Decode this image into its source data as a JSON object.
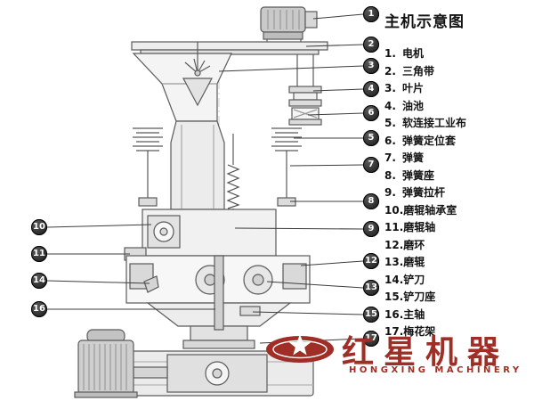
{
  "title": "主机示意图",
  "legend": {
    "items": [
      {
        "num": "1.",
        "label": "电机"
      },
      {
        "num": "2.",
        "label": "三角带"
      },
      {
        "num": "3.",
        "label": "叶片"
      },
      {
        "num": "4.",
        "label": "油池"
      },
      {
        "num": "5.",
        "label": "软连接工业布"
      },
      {
        "num": "6.",
        "label": "弹簧定位套"
      },
      {
        "num": "7.",
        "label": "弹簧"
      },
      {
        "num": "8.",
        "label": "弹簧座"
      },
      {
        "num": "9.",
        "label": "弹簧拉杆"
      },
      {
        "num": "10.",
        "label": "磨辊轴承室"
      },
      {
        "num": "11.",
        "label": "磨辊轴"
      },
      {
        "num": "12.",
        "label": "磨环"
      },
      {
        "num": "13.",
        "label": "磨辊"
      },
      {
        "num": "14.",
        "label": "铲刀"
      },
      {
        "num": "15.",
        "label": "铲刀座"
      },
      {
        "num": "16.",
        "label": "主轴"
      },
      {
        "num": "17.",
        "label": "梅花架"
      }
    ]
  },
  "callouts": {
    "c1": "1",
    "c2": "2",
    "c3": "3",
    "c4": "4",
    "c5": "5",
    "c6": "6",
    "c7": "7",
    "c8": "8",
    "c9": "9",
    "c10": "10",
    "c11": "11",
    "c12": "12",
    "c13": "13",
    "c14": "14",
    "c15": "15",
    "c16": "16",
    "c17": "17"
  },
  "watermark": {
    "brand": "红星机器",
    "brand_en": "HONGXING MACHINERY",
    "color": "#9f2f26"
  }
}
